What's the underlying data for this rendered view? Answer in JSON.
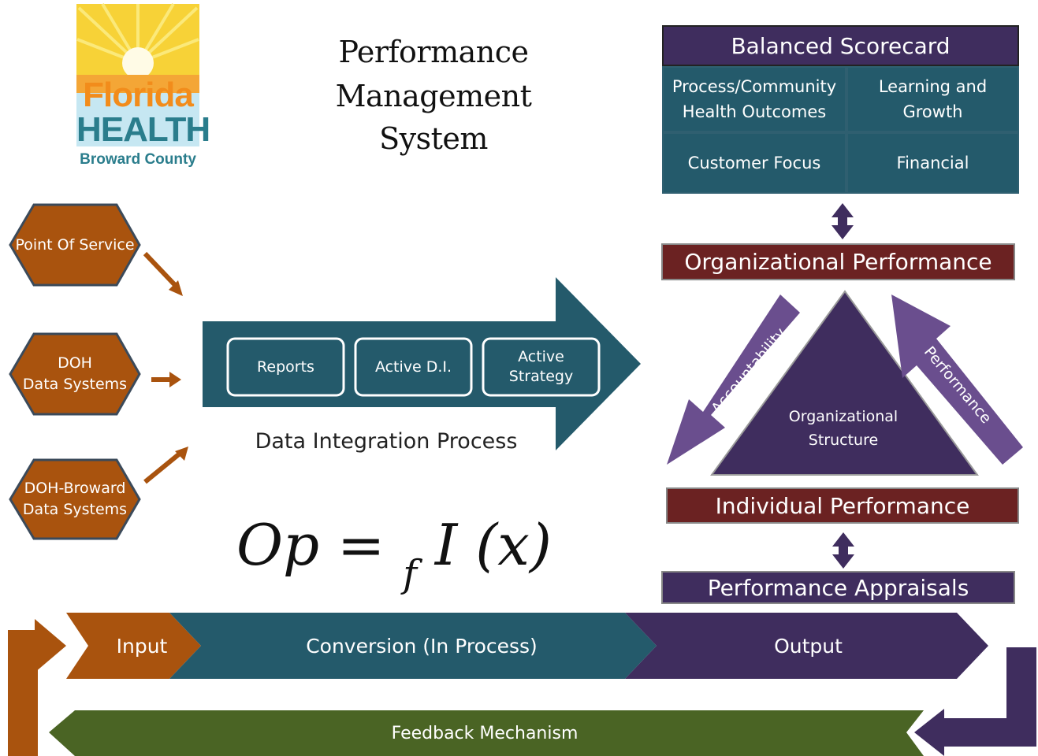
{
  "logo": {
    "line1": "Florida",
    "line2": "HEALTH",
    "line3": "Broward County"
  },
  "title": {
    "line1": "Performance",
    "line2": "Management",
    "line3": "System"
  },
  "balanced_scorecard": {
    "header": "Balanced Scorecard",
    "cells": [
      "Process/Community\nHealth Outcomes",
      "Learning and\nGrowth",
      "Customer Focus",
      "Financial"
    ]
  },
  "org_performance": "Organizational Performance",
  "triangle": {
    "center": "Organizational\nStructure",
    "left_arrow": "Accountability",
    "right_arrow": "Performance"
  },
  "individual_performance": "Individual Performance",
  "performance_appraisals": "Performance Appraisals",
  "sources": [
    "Point Of Service",
    "DOH\nData Systems",
    "DOH-Broward\nData Systems"
  ],
  "data_integration": {
    "boxes": [
      "Reports",
      "Active D.I.",
      "Active\nStrategy"
    ],
    "label": "Data Integration Process"
  },
  "formula": {
    "lhs": "Op =",
    "sub": "f",
    "rhs": "I (x)"
  },
  "flow": {
    "input": "Input",
    "conversion": "Conversion (In Process)",
    "output": "Output",
    "feedback": "Feedback Mechanism"
  },
  "colors": {
    "teal": "#245a6b",
    "purple": "#3f2d5e",
    "maroon": "#6b2222",
    "orange": "#a9530e",
    "green": "#4a6424",
    "arrow_purple": "#6a4e8e"
  }
}
